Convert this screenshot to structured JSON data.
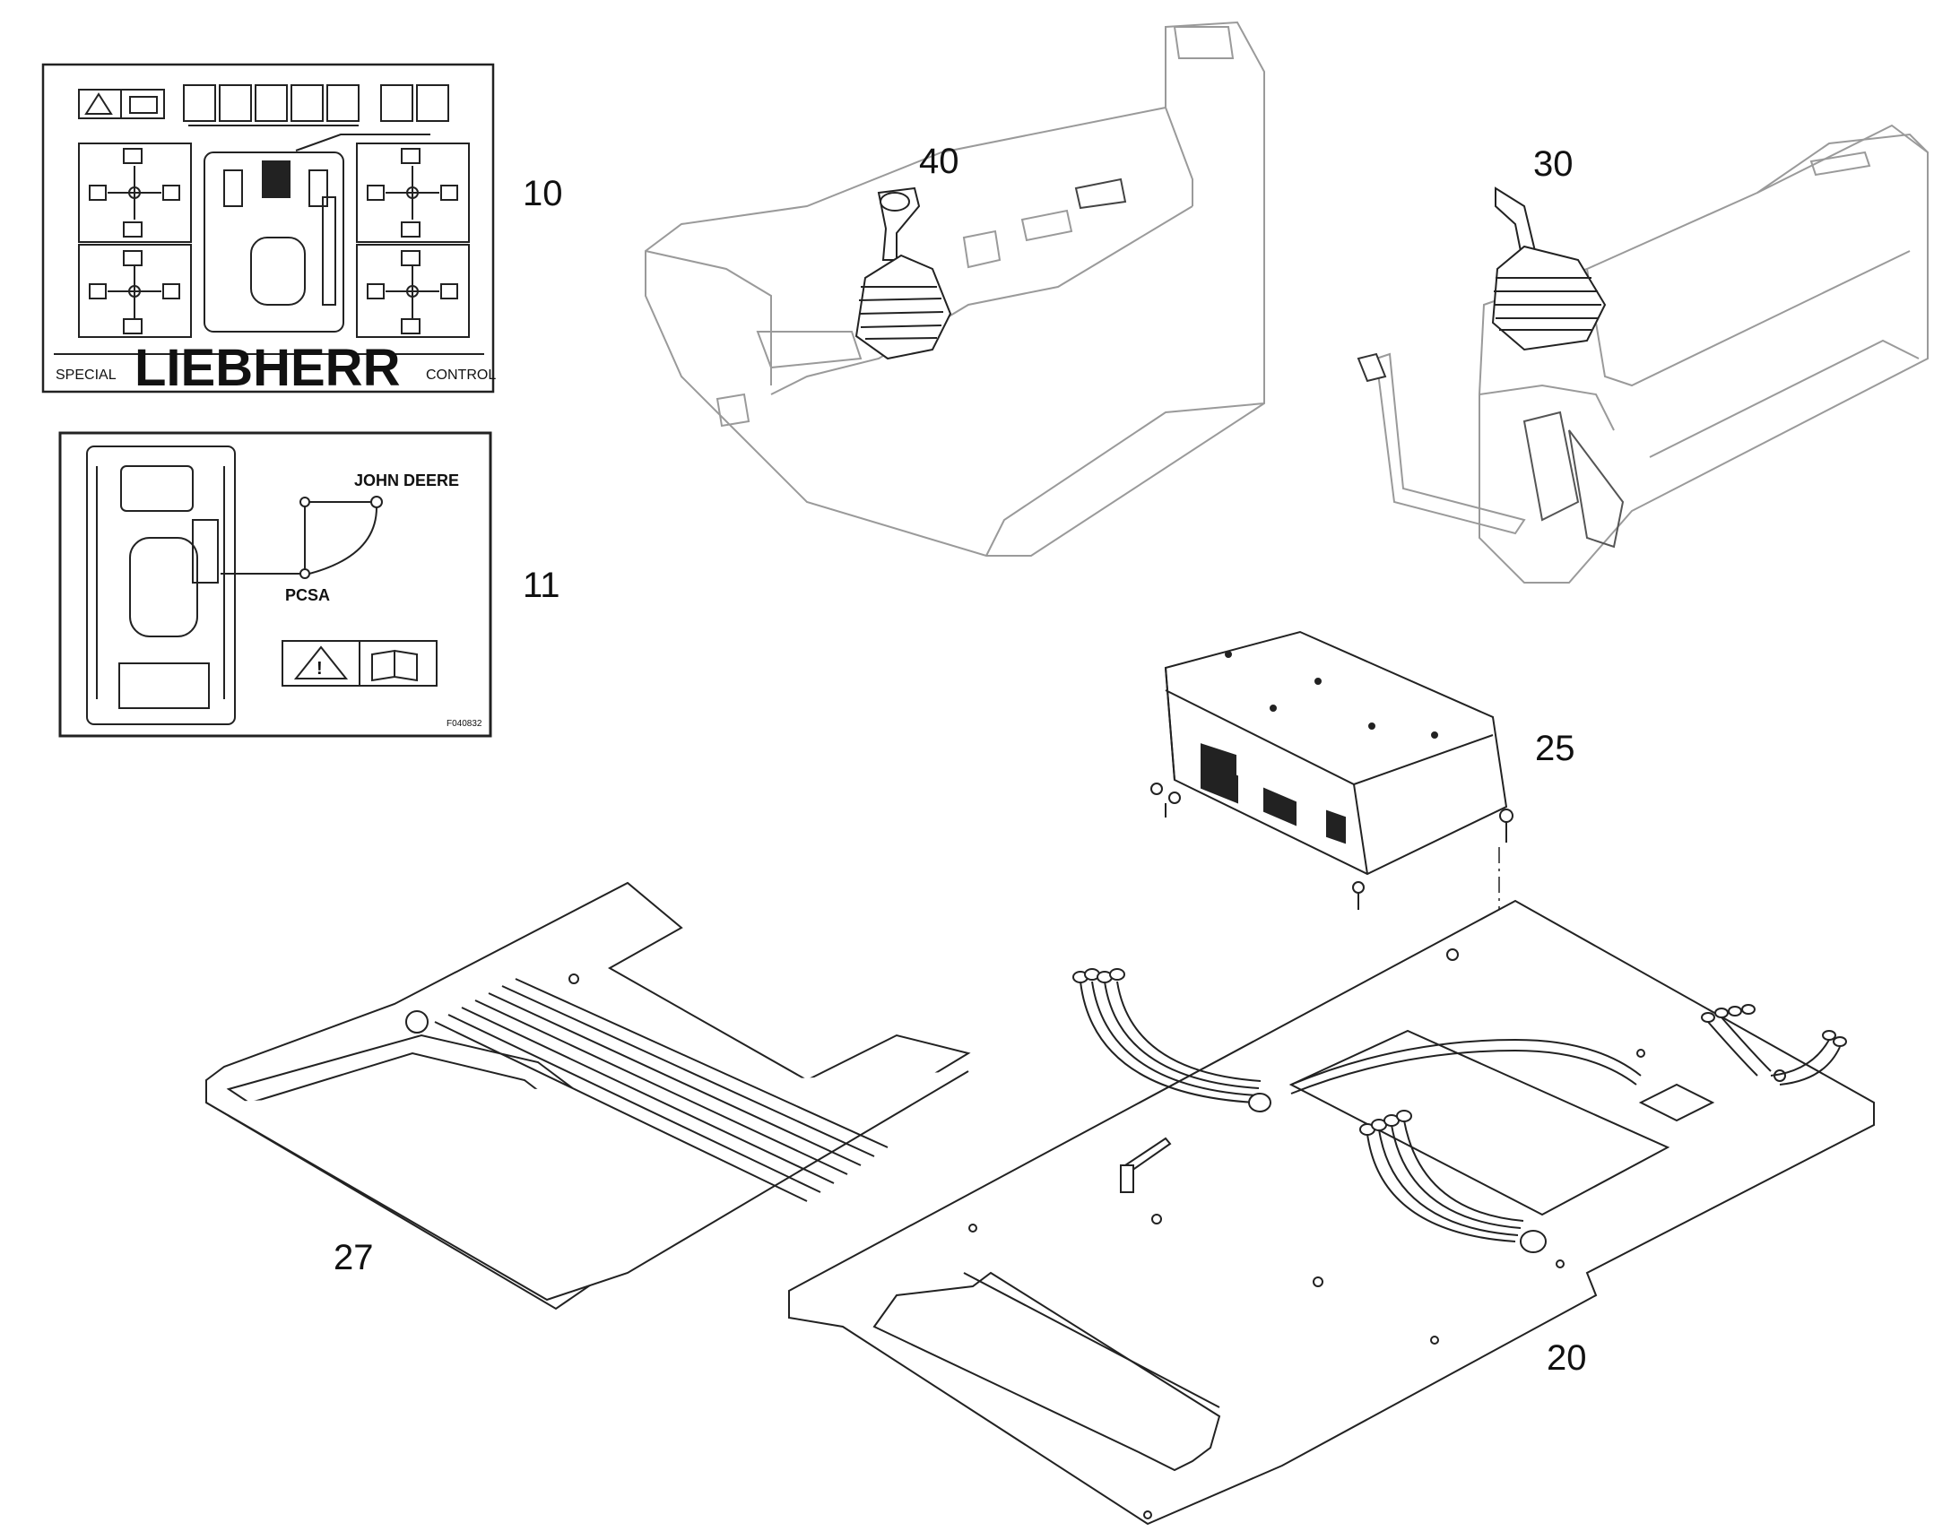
{
  "callouts": {
    "p10": "10",
    "p11": "11",
    "p40": "40",
    "p30": "30",
    "p25": "25",
    "p27": "27",
    "p20": "20"
  },
  "decal10": {
    "brand": "LIEBHERR",
    "left_label": "SPECIAL",
    "right_label": "CONTROL"
  },
  "decal11": {
    "brand_label": "JOHN DEERE",
    "pattern_label": "PCSA",
    "part_code": "F040832"
  },
  "colors": {
    "line": "#222222",
    "light_line": "#9a9a9a",
    "background": "#ffffff"
  }
}
